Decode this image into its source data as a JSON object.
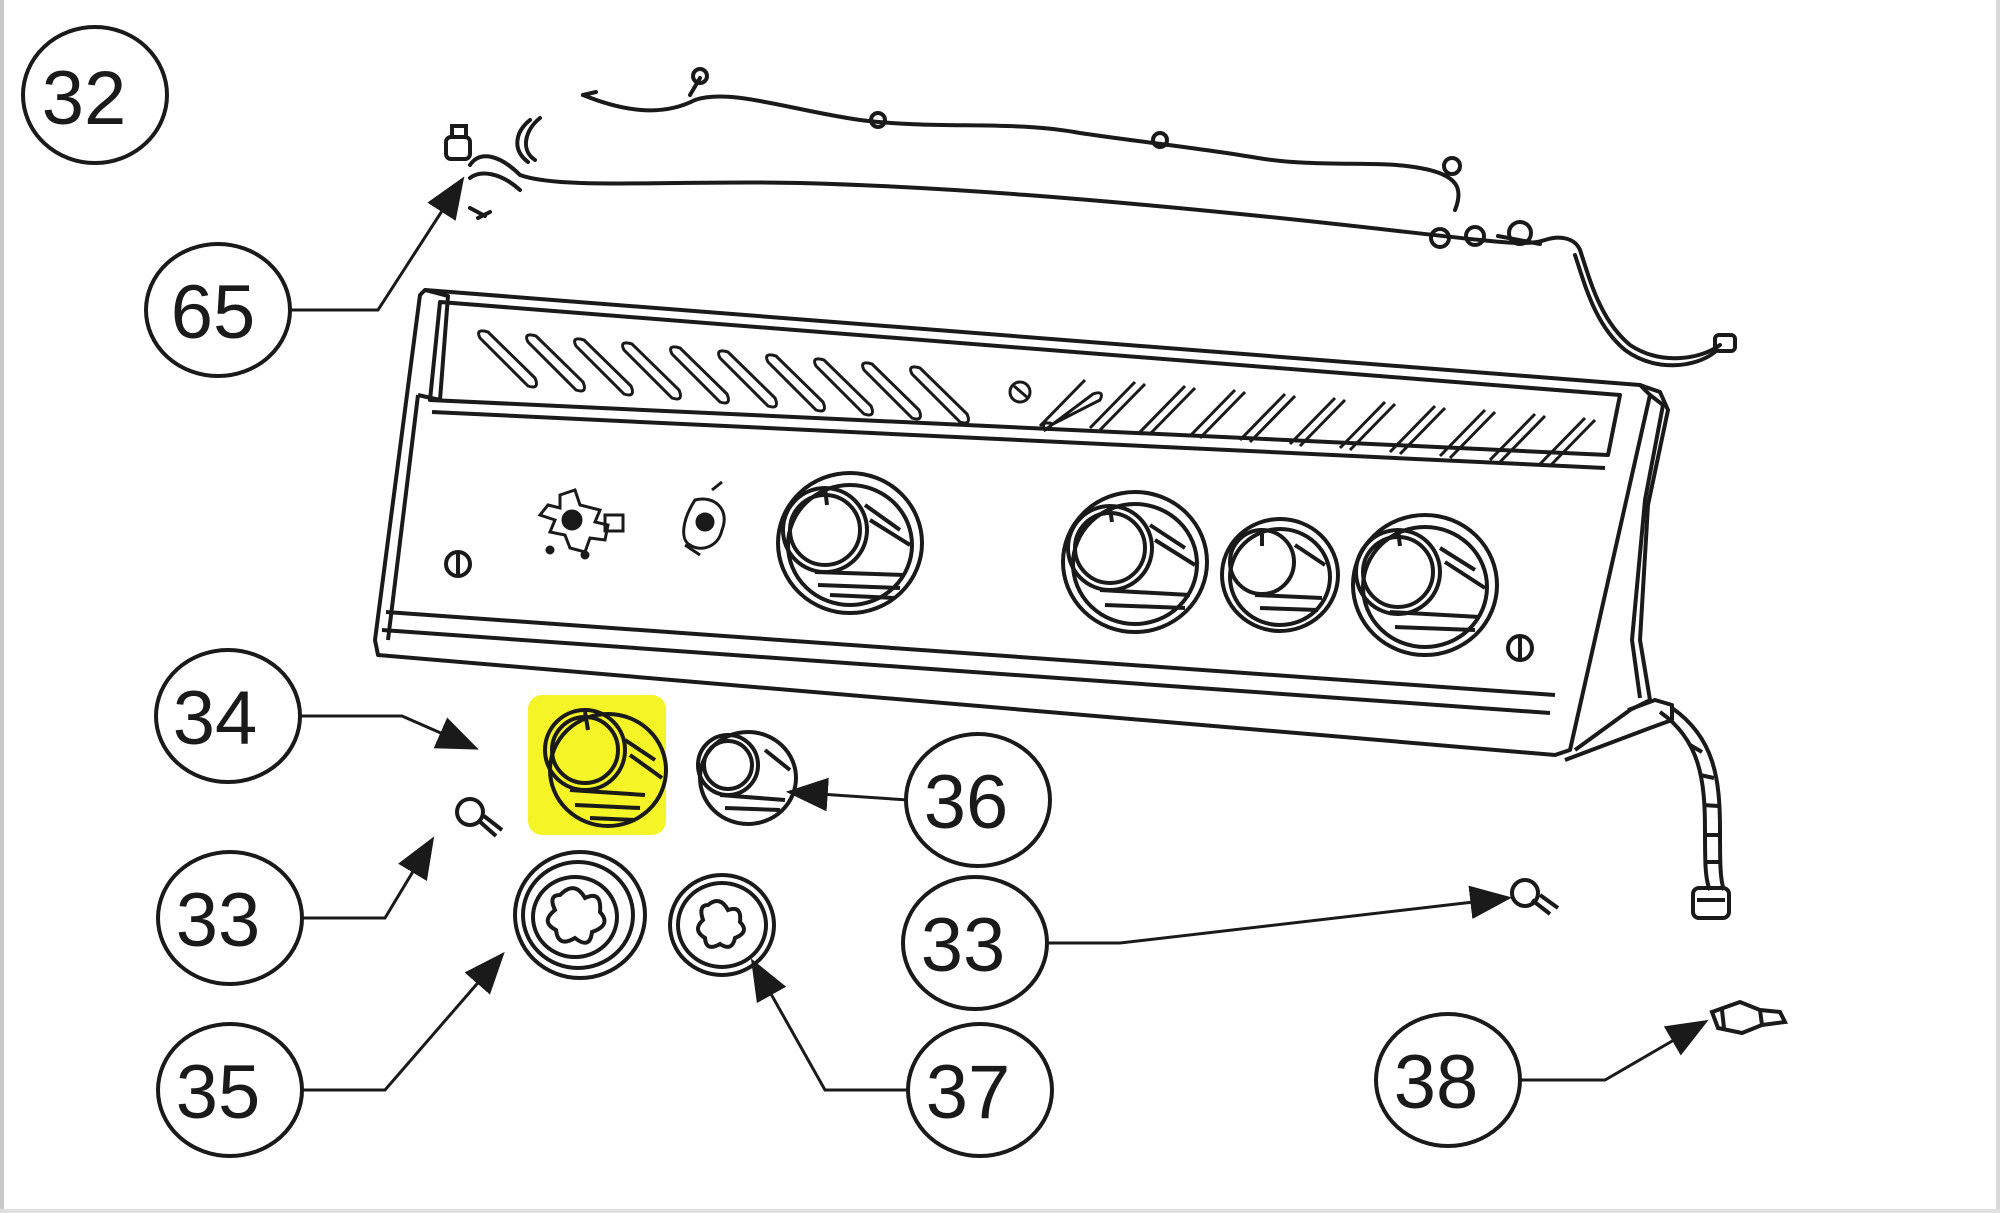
{
  "diagram": {
    "callouts": [
      {
        "id": "c32",
        "label": "32"
      },
      {
        "id": "c65",
        "label": "65"
      },
      {
        "id": "c34",
        "label": "34"
      },
      {
        "id": "c36",
        "label": "36"
      },
      {
        "id": "c33a",
        "label": "33"
      },
      {
        "id": "c33b",
        "label": "33"
      },
      {
        "id": "c35",
        "label": "35"
      },
      {
        "id": "c37",
        "label": "37"
      },
      {
        "id": "c38",
        "label": "38"
      }
    ],
    "highlight": {
      "part": "34",
      "color": "#f2f200"
    },
    "colors": {
      "line": "#1a1a1a",
      "highlight": "#f2f200",
      "frame": "#c9c9c9"
    }
  }
}
